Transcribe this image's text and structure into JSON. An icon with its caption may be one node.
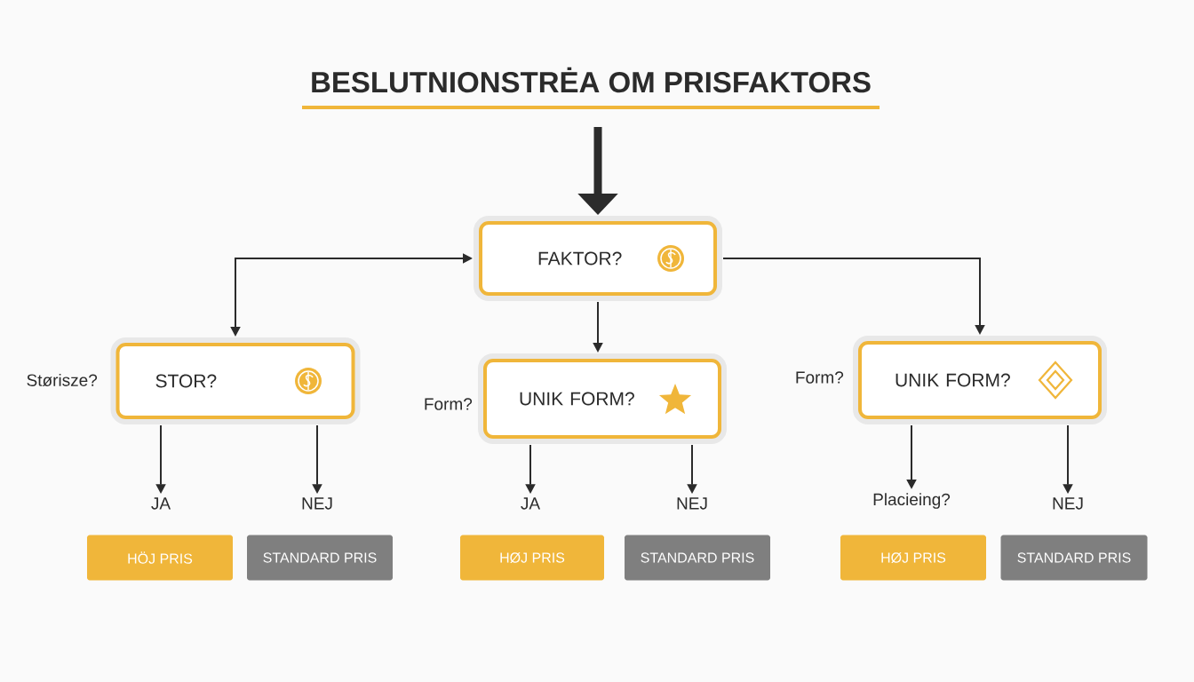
{
  "diagram": {
    "title": "BESLUTNIONSTRĖA OM PRISFAKTORS",
    "nodes": [
      {
        "text": [
          "FAKTOR?"
        ]
      },
      {
        "text": [
          "STOR?"
        ],
        "beside": [
          "Størisze?"
        ]
      },
      {
        "text": [
          "UNIK FORM?"
        ],
        "beside": [
          "Form?"
        ]
      },
      {
        "text": [
          "UNIK FORM?"
        ],
        "beside": [
          "Form?"
        ]
      },
      {
        "text": [
          "JA"
        ]
      },
      {
        "text": [
          "NEJ"
        ]
      },
      {
        "text": [
          "JA"
        ]
      },
      {
        "text": [
          "NEJ"
        ]
      },
      {
        "text": [
          "Placieing?"
        ]
      },
      {
        "text": [
          "NEJ"
        ]
      },
      {
        "text": [
          "HÖJ PRIS"
        ]
      },
      {
        "text": [
          "STANDARD PRIS"
        ]
      },
      {
        "text": [
          "HØJ PRIS"
        ]
      },
      {
        "text": [
          "STANDARD PRIS"
        ]
      },
      {
        "text": [
          "HØJ PRIS"
        ]
      },
      {
        "text": [
          "STANDARD PRIS"
        ]
      }
    ],
    "edges": [
      {
        "from": null,
        "to": 0,
        "arrow": "to",
        "style": "thick"
      },
      {
        "from": 0,
        "to": 1,
        "arrow": "both"
      },
      {
        "from": 0,
        "to": 2,
        "arrow": "to"
      },
      {
        "from": 0,
        "to": 3,
        "arrow": "to"
      },
      {
        "from": 1,
        "to": 4,
        "arrow": "to"
      },
      {
        "from": 1,
        "to": 5,
        "arrow": "to"
      },
      {
        "from": 2,
        "to": 6,
        "arrow": "to"
      },
      {
        "from": 2,
        "to": 7,
        "arrow": "to"
      },
      {
        "from": 3,
        "to": 8,
        "arrow": "to"
      },
      {
        "from": 3,
        "to": 9,
        "arrow": "to"
      }
    ]
  }
}
